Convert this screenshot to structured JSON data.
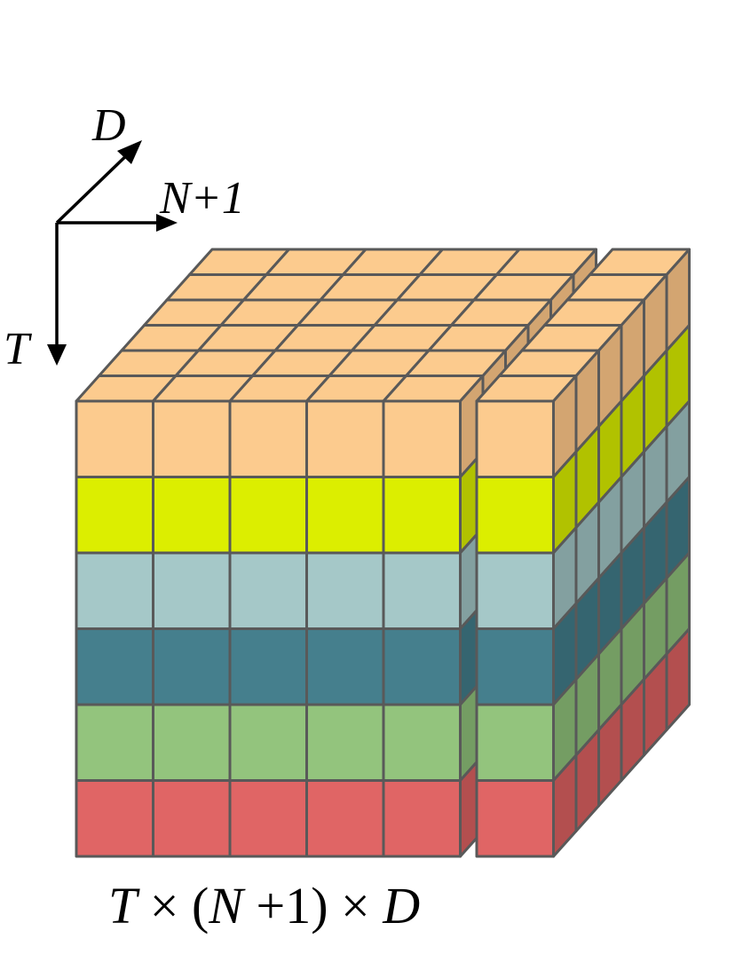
{
  "axes": {
    "depth_label": "D",
    "width_label": "N+1",
    "height_label": "T"
  },
  "caption": {
    "t": "T",
    "times1": " × (",
    "n": "N",
    "plus_one": " +1) × ",
    "d": "D"
  },
  "tensor": {
    "rows": 6,
    "cols_main": 5,
    "cols_separate": 1,
    "depth": 6,
    "layer_colors": [
      "#FCCB8E",
      "#DCEE00",
      "#A5C8C8",
      "#457F8D",
      "#93C47D",
      "#E06565"
    ],
    "layer_side_colors": [
      "#D3A571",
      "#B1C200",
      "#83A0A0",
      "#356570",
      "#749D63",
      "#B34F4F"
    ],
    "top_color": "#FCCB8E",
    "edge_color": "#595959"
  }
}
